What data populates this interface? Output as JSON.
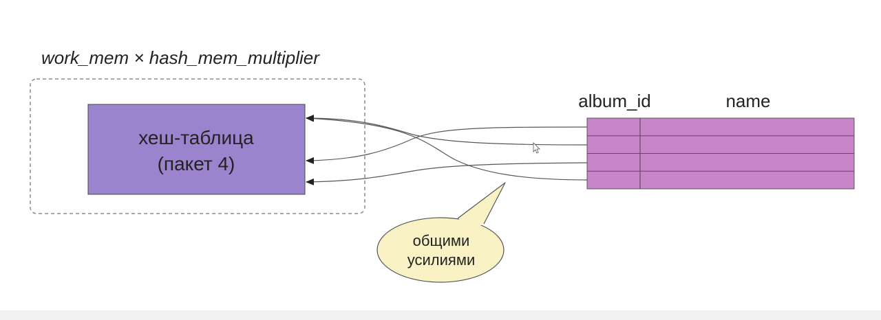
{
  "memory_label": "work_mem × hash_mem_multiplier",
  "hash_table": {
    "line1": "хеш-таблица",
    "line2": "(пакет 4)"
  },
  "table": {
    "columns": [
      "album_id",
      "name"
    ],
    "row_count": 4
  },
  "callout": {
    "line1": "общими",
    "line2": "усилиями"
  },
  "colors": {
    "hash_table_fill": "#9c83cd",
    "table_fill": "#c885c9",
    "callout_fill": "#f8f2c4",
    "dashed_border": "#8a8a8a",
    "arrow": "#555555"
  }
}
